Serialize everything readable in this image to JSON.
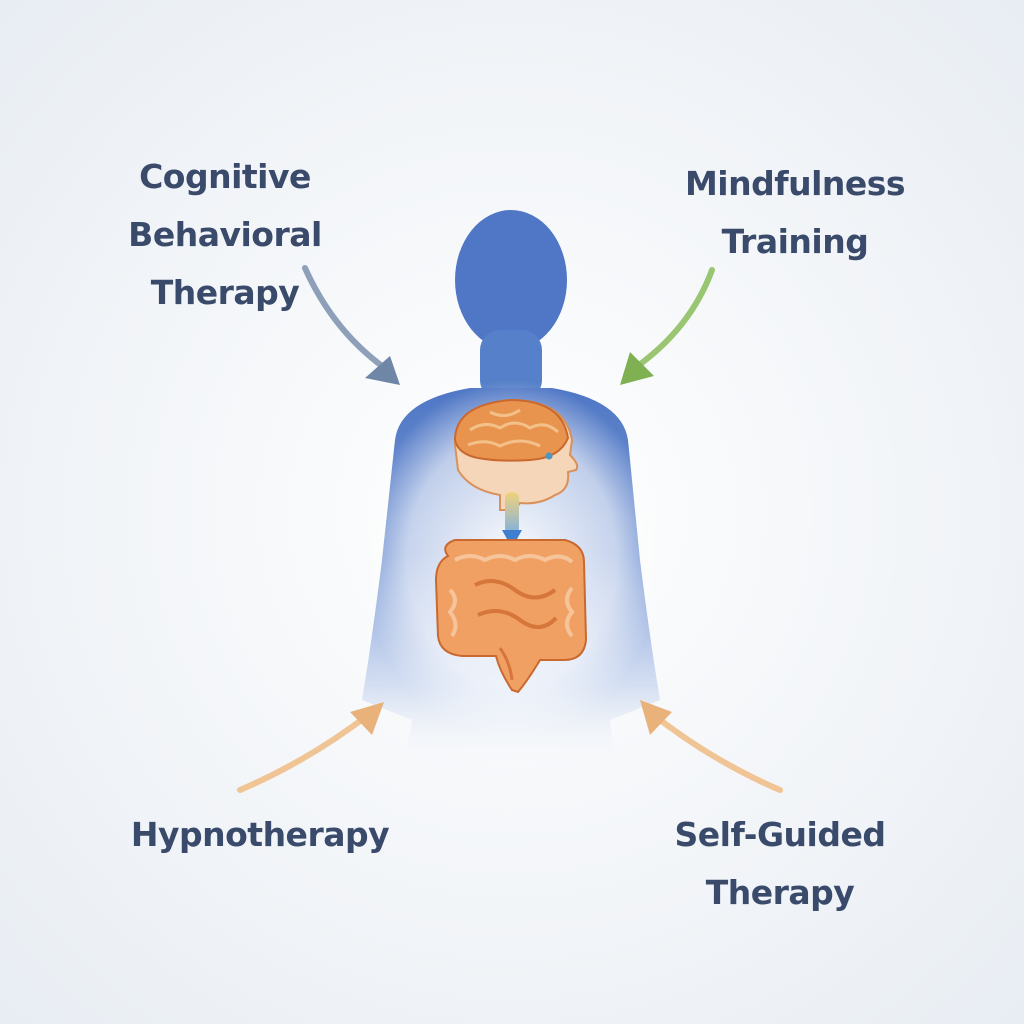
{
  "diagram": {
    "center": {
      "figure": "human-silhouette",
      "organs": [
        "brain",
        "intestines"
      ],
      "connection": "brain-to-gut-arrow"
    },
    "therapies": [
      {
        "lines": [
          "Cognitive",
          "Behavioral",
          "Therapy"
        ],
        "arrow_color": "#7b91ad"
      },
      {
        "lines": [
          "Mindfulness",
          "Training"
        ],
        "arrow_color": "#8fc063"
      },
      {
        "lines": [
          "Hypnotherapy"
        ],
        "arrow_color": "#efbf8a"
      },
      {
        "lines": [
          "Self-Guided",
          "Therapy"
        ],
        "arrow_color": "#efbf8a"
      }
    ],
    "colors": {
      "silhouette": "#4f77c5",
      "text": "#3a4a6b",
      "organ": "#e8874a",
      "background": "#f1f4f8"
    }
  }
}
